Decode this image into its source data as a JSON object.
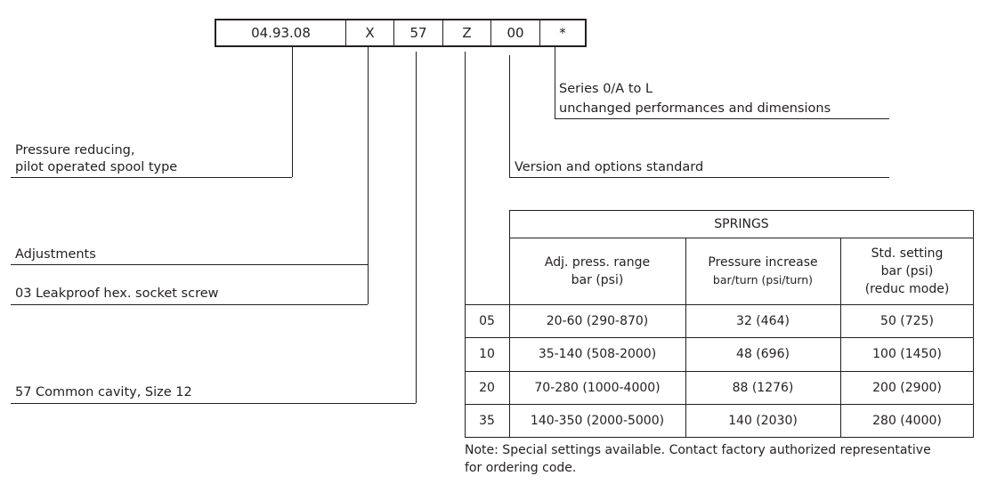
{
  "code": {
    "segments": [
      "04.93.08",
      "X",
      "57",
      "Z",
      "00",
      "*"
    ]
  },
  "labels": {
    "series_line1": "Series 0/A to L",
    "series_line2": "unchanged performances and dimensions",
    "version": "Version and options standard",
    "pressure_line1": "Pressure reducing,",
    "pressure_line2": "pilot operated spool type",
    "adjustments": "Adjustments",
    "adjust_option": "03   Leakproof hex. socket screw",
    "cavity": "57 Common cavity, Size 12"
  },
  "table": {
    "title": "SPRINGS",
    "headers": [
      [
        "Adj. press. range",
        "bar (psi)"
      ],
      [
        "Pressure increase",
        "bar/turn (psi/turn)"
      ],
      [
        "Std. setting",
        "bar (psi)",
        "(reduc mode)"
      ]
    ],
    "rows": [
      {
        "code": "05",
        "range": "20-60 (290-870)",
        "increase": "32 (464)",
        "setting": "50 (725)"
      },
      {
        "code": "10",
        "range": "35-140 (508-2000)",
        "increase": "48 (696)",
        "setting": "100 (1450)"
      },
      {
        "code": "20",
        "range": "70-280 (1000-4000)",
        "increase": "88 (1276)",
        "setting": "200 (2900)"
      },
      {
        "code": "35",
        "range": "140-350 (2000-5000)",
        "increase": "140 (2030)",
        "setting": "280 (4000)"
      }
    ]
  },
  "note": {
    "line1": "Note: Special settings available. Contact factory authorized representative",
    "line2": "for ordering code."
  }
}
